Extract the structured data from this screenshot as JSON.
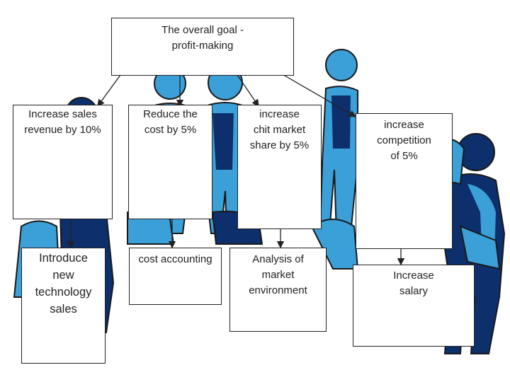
{
  "goal": {
    "line1": "The overall goal -",
    "line2": "profit-making"
  },
  "level1": [
    {
      "line1": "Increase sales",
      "line2": "revenue by 10%"
    },
    {
      "line1": "Reduce the",
      "line2": "cost by 5%"
    },
    {
      "line1": "increase",
      "line2": "chit market",
      "line3": "share by 5%"
    },
    {
      "line1": "increase",
      "line2": "competition",
      "line3": "of 5%"
    }
  ],
  "level2": [
    {
      "line1": "Introduce",
      "line2": "new",
      "line3": "technology",
      "line4": "sales"
    },
    {
      "line1": "cost accounting"
    },
    {
      "line1": "Analysis of",
      "line2": "market",
      "line3": "environment"
    },
    {
      "line1": "Increase",
      "line2": "salary"
    }
  ],
  "colors": {
    "figure_light": "#3b9fd8",
    "figure_dark": "#0d2f6b",
    "figure_outline": "#1a1a1a"
  }
}
